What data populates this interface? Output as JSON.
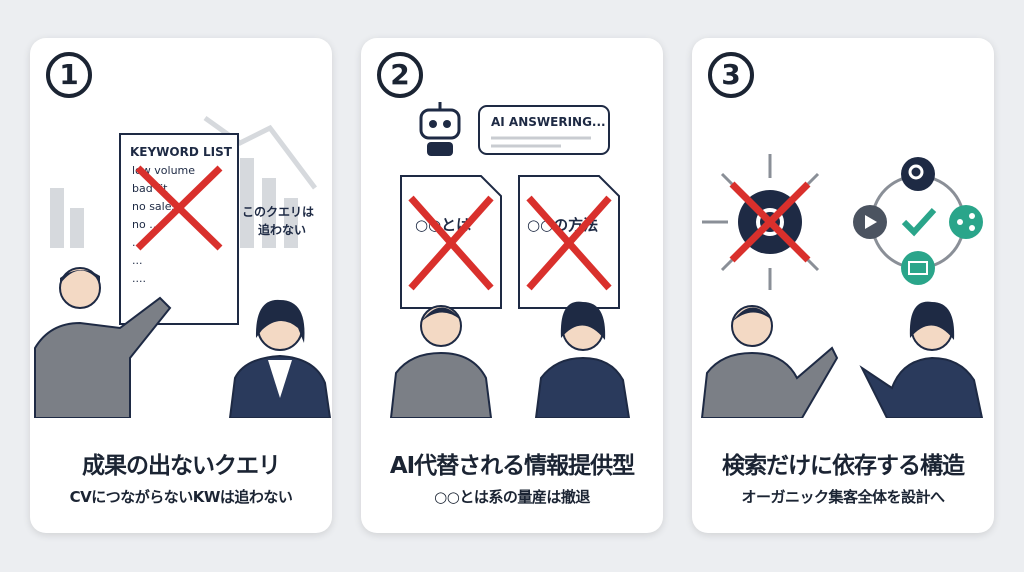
{
  "panels": [
    {
      "number": "1",
      "title": "成果の出ないクエリ",
      "subtitle": "CVにつながらないKWは追わない",
      "keyword_list": {
        "heading": "KEYWORD LIST",
        "items": [
          "low volume",
          "bad fit",
          "no sales",
          "no ...",
          "...",
          "...",
          "...."
        ]
      },
      "speech": [
        "このクエリは",
        "追わない"
      ]
    },
    {
      "number": "2",
      "title": "AI代替される情報提供型",
      "subtitle": "○○とは系の量産は撤退",
      "bubble": "AI ANSWERING...",
      "documents": [
        "○○とは",
        "○○の方法"
      ]
    },
    {
      "number": "3",
      "title": "検索だけに依存する構造",
      "subtitle": "オーガニック集客全体を設計へ",
      "channel_icons": [
        "search-icon",
        "share-icon",
        "mail-icon",
        "video-icon",
        "check-icon"
      ]
    }
  ],
  "colors": {
    "cross": "#d9302c",
    "navy": "#1e2a44",
    "teal": "#2aa58a",
    "gray": "#8a8f97"
  }
}
